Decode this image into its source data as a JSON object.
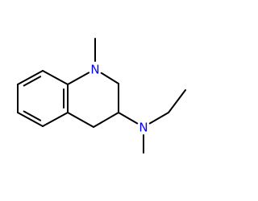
{
  "molecule": {
    "atoms": [
      {
        "id": "n_ring",
        "symbol": "N"
      },
      {
        "id": "n_amine",
        "symbol": "N"
      }
    ],
    "colors": {
      "bond": "#000000",
      "nitrogen": "#0000ff",
      "background": "#ffffff"
    }
  }
}
